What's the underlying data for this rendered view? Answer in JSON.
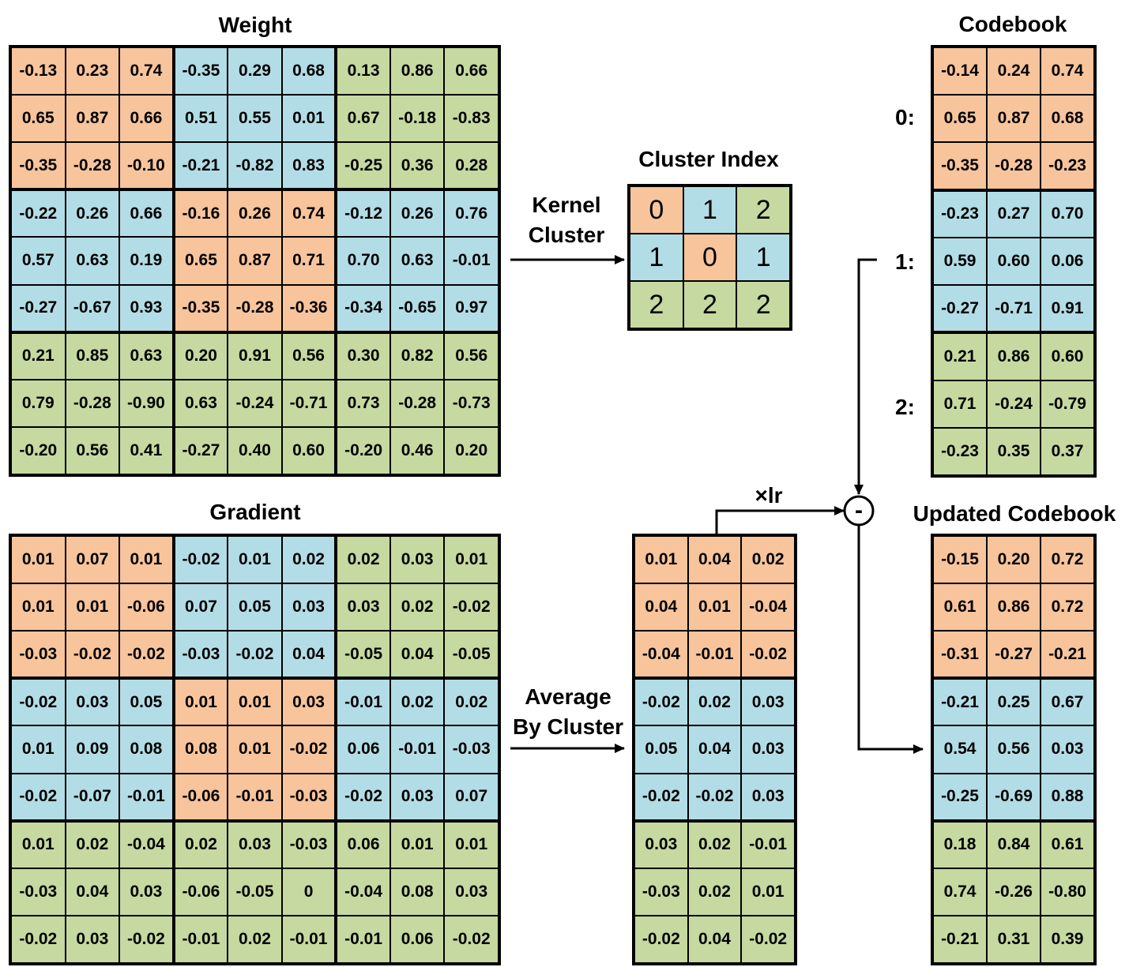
{
  "colors": {
    "0": "#f8c49c",
    "1": "#b3dde6",
    "2": "#c6d9a0"
  },
  "weight": {
    "title": "Weight",
    "values": [
      [
        "-0.13",
        "0.23",
        "0.74",
        "-0.35",
        "0.29",
        "0.68",
        "0.13",
        "0.86",
        "0.66"
      ],
      [
        "0.65",
        "0.87",
        "0.66",
        "0.51",
        "0.55",
        "0.01",
        "0.67",
        "-0.18",
        "-0.83"
      ],
      [
        "-0.35",
        "-0.28",
        "-0.10",
        "-0.21",
        "-0.82",
        "0.83",
        "-0.25",
        "0.36",
        "0.28"
      ],
      [
        "-0.22",
        "0.26",
        "0.66",
        "-0.16",
        "0.26",
        "0.74",
        "-0.12",
        "0.26",
        "0.76"
      ],
      [
        "0.57",
        "0.63",
        "0.19",
        "0.65",
        "0.87",
        "0.71",
        "0.70",
        "0.63",
        "-0.01"
      ],
      [
        "-0.27",
        "-0.67",
        "0.93",
        "-0.35",
        "-0.28",
        "-0.36",
        "-0.34",
        "-0.65",
        "0.97"
      ],
      [
        "0.21",
        "0.85",
        "0.63",
        "0.20",
        "0.91",
        "0.56",
        "0.30",
        "0.82",
        "0.56"
      ],
      [
        "0.79",
        "-0.28",
        "-0.90",
        "0.63",
        "-0.24",
        "-0.71",
        "0.73",
        "-0.28",
        "-0.73"
      ],
      [
        "-0.20",
        "0.56",
        "0.41",
        "-0.27",
        "0.40",
        "0.60",
        "-0.20",
        "0.46",
        "0.20"
      ]
    ]
  },
  "gradient": {
    "title": "Gradient",
    "values": [
      [
        "0.01",
        "0.07",
        "0.01",
        "-0.02",
        "0.01",
        "0.02",
        "0.02",
        "0.03",
        "0.01"
      ],
      [
        "0.01",
        "0.01",
        "-0.06",
        "0.07",
        "0.05",
        "0.03",
        "0.03",
        "0.02",
        "-0.02"
      ],
      [
        "-0.03",
        "-0.02",
        "-0.02",
        "-0.03",
        "-0.02",
        "0.04",
        "-0.05",
        "0.04",
        "-0.05"
      ],
      [
        "-0.02",
        "0.03",
        "0.05",
        "0.01",
        "0.01",
        "0.03",
        "-0.01",
        "0.02",
        "0.02"
      ],
      [
        "0.01",
        "0.09",
        "0.08",
        "0.08",
        "0.01",
        "-0.02",
        "0.06",
        "-0.01",
        "-0.03"
      ],
      [
        "-0.02",
        "-0.07",
        "-0.01",
        "-0.06",
        "-0.01",
        "-0.03",
        "-0.02",
        "0.03",
        "0.07"
      ],
      [
        "0.01",
        "0.02",
        "-0.04",
        "0.02",
        "0.03",
        "-0.03",
        "0.06",
        "0.01",
        "0.01"
      ],
      [
        "-0.03",
        "0.04",
        "0.03",
        "-0.06",
        "-0.05",
        "0",
        "-0.04",
        "0.08",
        "0.03"
      ],
      [
        "-0.02",
        "0.03",
        "-0.02",
        "-0.01",
        "0.02",
        "-0.01",
        "-0.01",
        "0.06",
        "-0.02"
      ]
    ]
  },
  "cluster_index": {
    "title": "Cluster Index",
    "values": [
      [
        "0",
        "1",
        "2"
      ],
      [
        "1",
        "0",
        "1"
      ],
      [
        "2",
        "2",
        "2"
      ]
    ]
  },
  "codebook": {
    "title": "Codebook",
    "row_labels": [
      "0:",
      "1:",
      "2:"
    ],
    "values": [
      [
        "-0.14",
        "0.24",
        "0.74"
      ],
      [
        "0.65",
        "0.87",
        "0.68"
      ],
      [
        "-0.35",
        "-0.28",
        "-0.23"
      ],
      [
        "-0.23",
        "0.27",
        "0.70"
      ],
      [
        "0.59",
        "0.60",
        "0.06"
      ],
      [
        "-0.27",
        "-0.71",
        "0.91"
      ],
      [
        "0.21",
        "0.86",
        "0.60"
      ],
      [
        "0.71",
        "-0.24",
        "-0.79"
      ],
      [
        "-0.23",
        "0.35",
        "0.37"
      ]
    ]
  },
  "averaged": {
    "values": [
      [
        "0.01",
        "0.04",
        "0.02"
      ],
      [
        "0.04",
        "0.01",
        "-0.04"
      ],
      [
        "-0.04",
        "-0.01",
        "-0.02"
      ],
      [
        "-0.02",
        "0.02",
        "0.03"
      ],
      [
        "0.05",
        "0.04",
        "0.03"
      ],
      [
        "-0.02",
        "-0.02",
        "0.03"
      ],
      [
        "0.03",
        "0.02",
        "-0.01"
      ],
      [
        "-0.03",
        "0.02",
        "0.01"
      ],
      [
        "-0.02",
        "0.04",
        "-0.02"
      ]
    ]
  },
  "updated_codebook": {
    "title": "Updated Codebook",
    "values": [
      [
        "-0.15",
        "0.20",
        "0.72"
      ],
      [
        "0.61",
        "0.86",
        "0.72"
      ],
      [
        "-0.31",
        "-0.27",
        "-0.21"
      ],
      [
        "-0.21",
        "0.25",
        "0.67"
      ],
      [
        "0.54",
        "0.56",
        "0.03"
      ],
      [
        "-0.25",
        "-0.69",
        "0.88"
      ],
      [
        "0.18",
        "0.84",
        "0.61"
      ],
      [
        "0.74",
        "-0.26",
        "-0.80"
      ],
      [
        "-0.21",
        "0.31",
        "0.39"
      ]
    ]
  },
  "labels": {
    "kernel_cluster": [
      "Kernel",
      "Cluster"
    ],
    "average_by_cluster": [
      "Average",
      "By Cluster"
    ],
    "lr": "×lr",
    "minus": "-"
  }
}
